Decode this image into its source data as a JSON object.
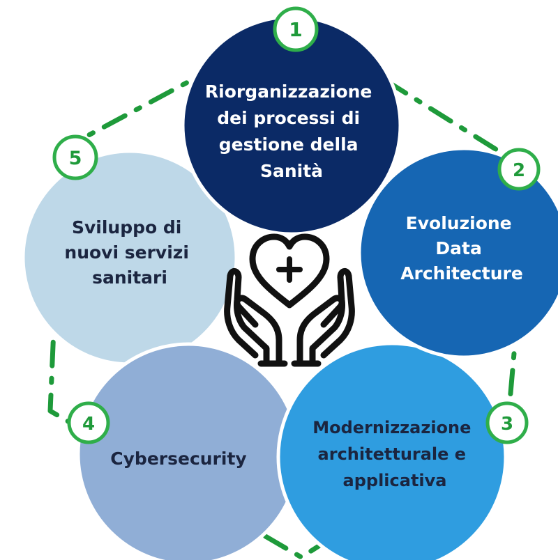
{
  "colors": {
    "connector": "#1e9a3a",
    "badge_stroke": "#2fae4a",
    "badge_text": "#1f9a3a",
    "icon": "#111111"
  },
  "center_icon": {
    "name": "heart-in-hands-icon"
  },
  "steps": [
    {
      "number": "1",
      "lines": [
        "Riorganizzazione",
        "dei processi di",
        "gestione della",
        "Sanità"
      ],
      "fill": "#0b2a66",
      "text_color": "#ffffff"
    },
    {
      "number": "2",
      "lines": [
        "Evoluzione",
        "Data",
        "Architecture"
      ],
      "fill": "#1666b3",
      "text_color": "#ffffff"
    },
    {
      "number": "3",
      "lines": [
        "Modernizzazione",
        "architetturale e",
        "applicativa"
      ],
      "fill": "#2f9de0",
      "text_color": "#1b2540"
    },
    {
      "number": "4",
      "lines": [
        "Cybersecurity"
      ],
      "fill": "#90aed6",
      "text_color": "#1b2540"
    },
    {
      "number": "5",
      "lines": [
        "Sviluppo di",
        "nuovi servizi",
        "sanitari"
      ],
      "fill": "#bed8e8",
      "text_color": "#1b2540"
    }
  ]
}
